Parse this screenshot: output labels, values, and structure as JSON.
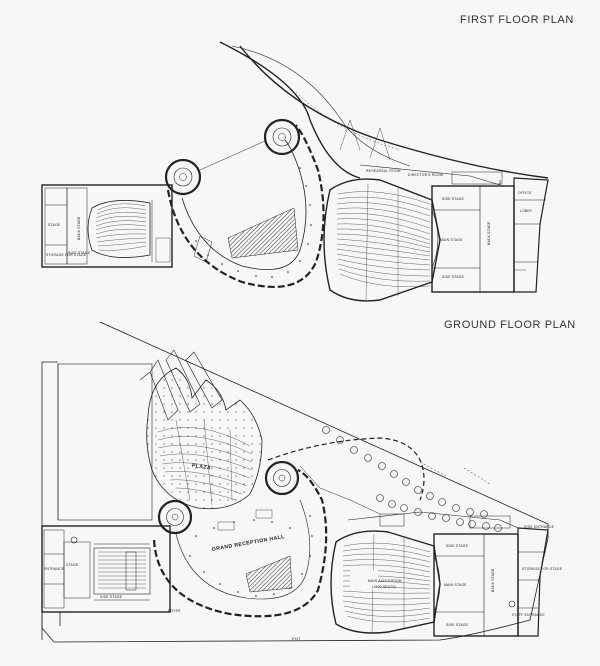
{
  "titles": {
    "first_floor": "FIRST FLOOR PLAN",
    "ground_floor": "GROUND FLOOR PLAN"
  },
  "first_floor_labels": {
    "side_stage_top": "SIDE STAGE",
    "main_stage": "MAIN STAGE",
    "back_stage": "BACK STAGE",
    "side_stage_bottom": "SIDE STAGE",
    "lobby": "LOBBY",
    "left_side_stage": "SIDE STAGE",
    "left_stage": "STAGE",
    "left_back_stage": "BACK STAGE",
    "left_storage": "STORAGE FOR STAGE",
    "office": "OFFICE",
    "rehearsal_room": "REHEARSAL ROOM",
    "directors_room": "DIRECTOR'S ROOM"
  },
  "ground_floor_labels": {
    "plaza": "PLAZA",
    "grand_reception_hall": "GRAND RECEPTION HALL",
    "main_auditorium": "MAIN AUDITORIUM",
    "seats": "(1500 SEATS)",
    "main_stage": "MAIN STAGE",
    "side_stage_top": "SIDE STAGE",
    "side_stage_bottom": "SIDE STAGE",
    "back_stage": "BACK STAGE",
    "entrance": "ENTRANCE",
    "side_entrance": "SIDE ENTRANCE",
    "stage_storage": "STORAGE FOR STAGE",
    "left_stage": "STAGE",
    "left_side_stage": "SIDE STAGE",
    "foyer": "FOYER",
    "exit": "EXIT",
    "staff_entrance": "STAFF ENTRANCE"
  }
}
